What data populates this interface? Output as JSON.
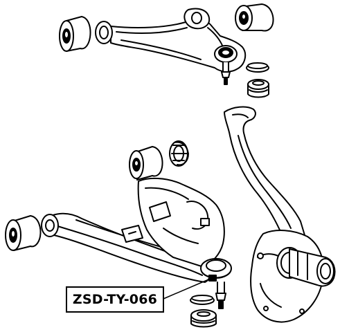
{
  "diagram": {
    "part_label": "ZSD-TY-066",
    "components": [
      "upper-control-arm",
      "lower-control-arm",
      "steering-knuckle",
      "bushings",
      "ball-joints",
      "dust-boot-rings"
    ],
    "colors": {
      "ink": "#000000",
      "paper": "#ffffff"
    }
  }
}
